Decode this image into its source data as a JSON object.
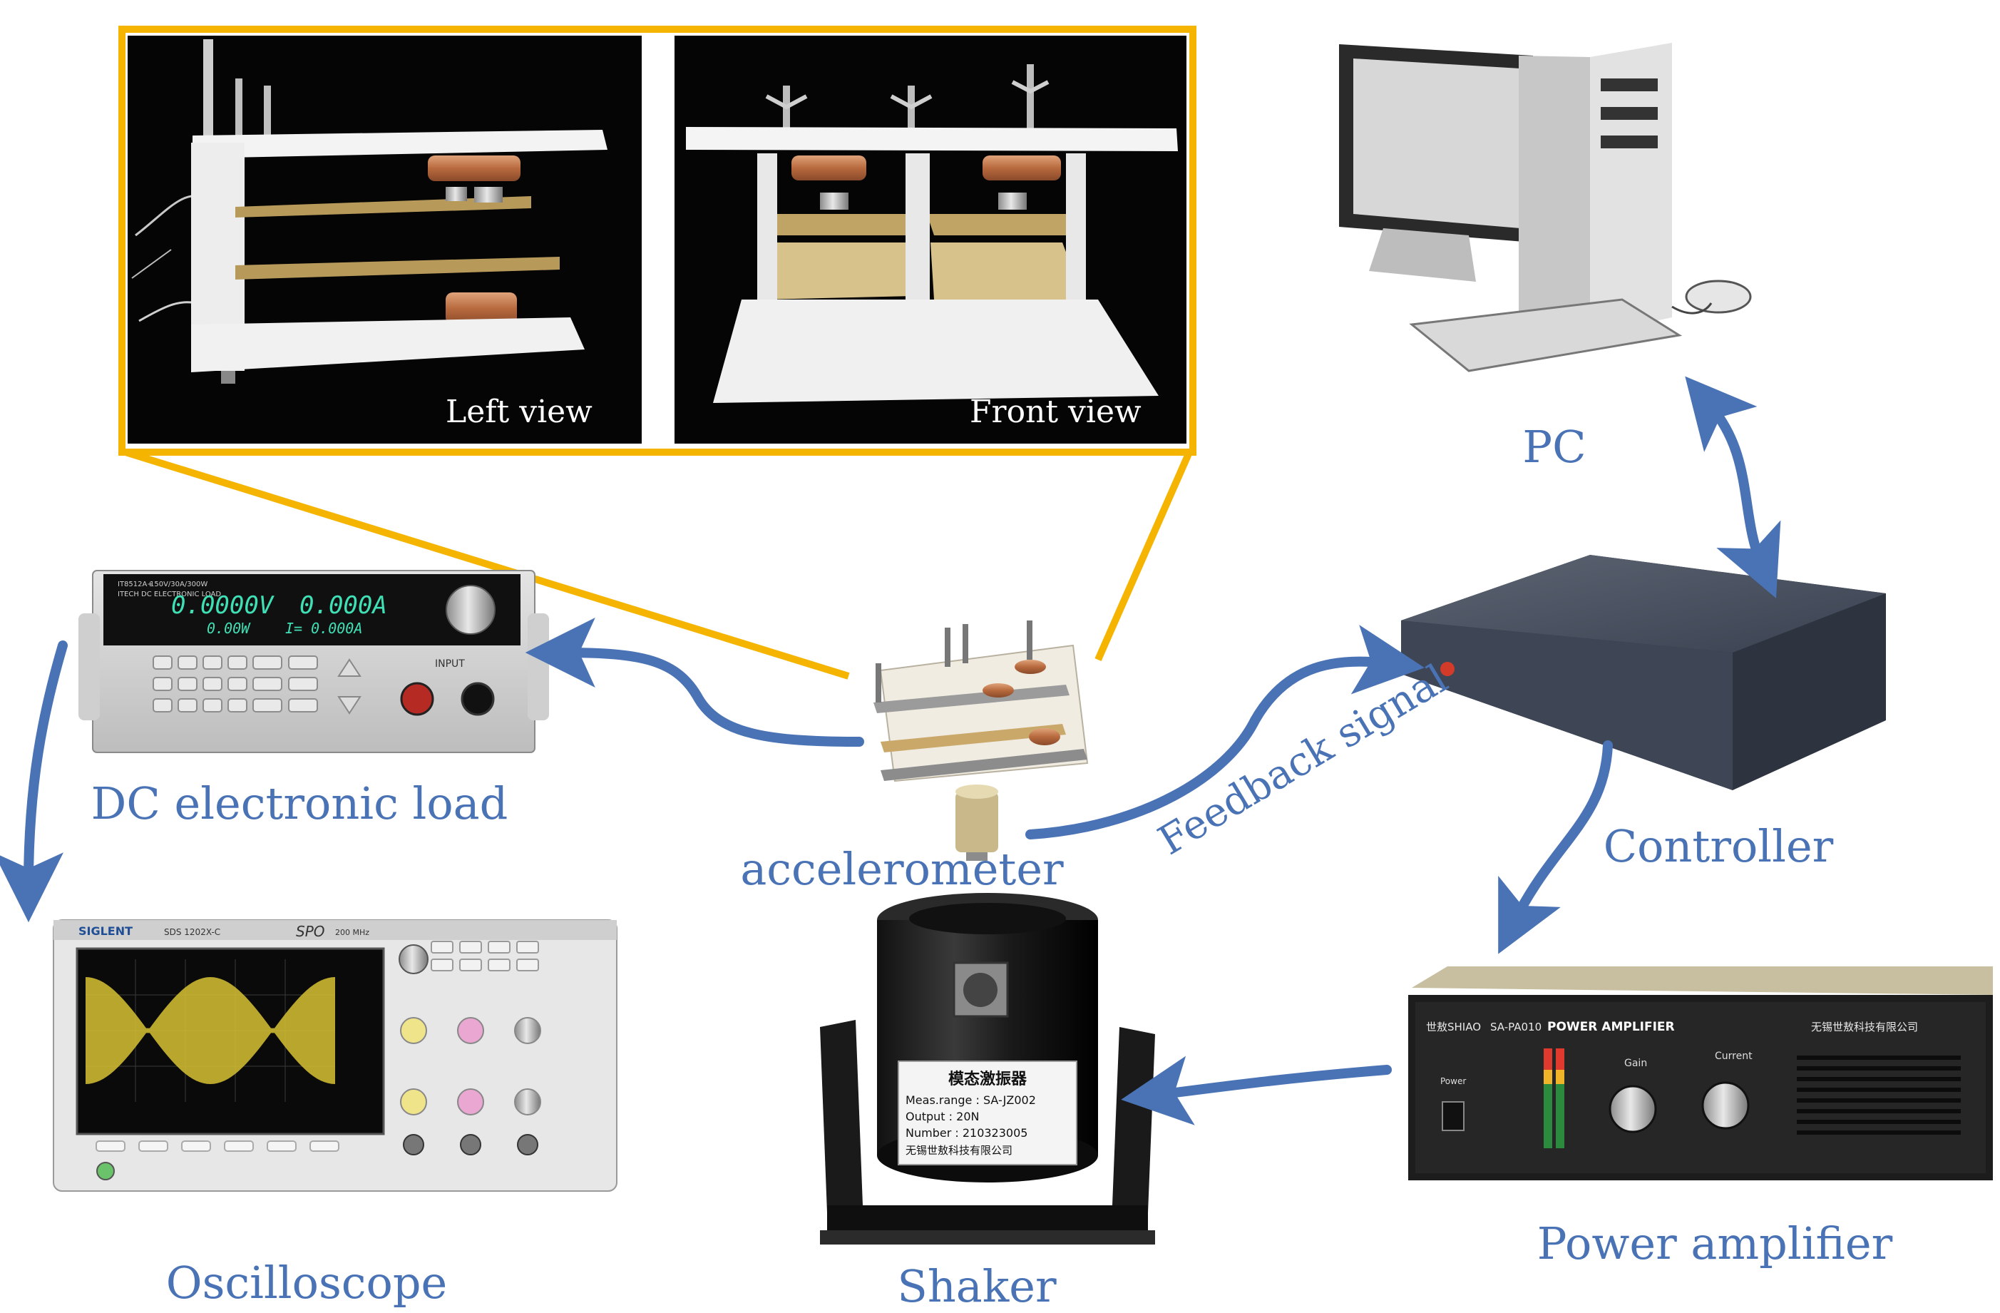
{
  "figure": {
    "inset": {
      "left_caption": "Left view",
      "front_caption": "Front view"
    },
    "labels": {
      "pc": "PC",
      "controller": "Controller",
      "power_amplifier": "Power amplifier",
      "shaker": "Shaker",
      "accelerometer": "accelerometer",
      "feedback": "Feedback signal",
      "dc_load": "DC electronic load",
      "oscilloscope": "Oscilloscope"
    },
    "dc_load_panel": {
      "model": "IT8512A+",
      "subtitle": "ITECH DC ELECTRONIC LOAD",
      "spec": "150V/30A/300W",
      "voltage": "0.0000V",
      "current": "0.000A",
      "power": "0.00W",
      "status": "I= 0.000A",
      "input_label": "INPUT"
    },
    "oscilloscope_panel": {
      "brand": "SIGLENT",
      "model": "SDS 1202X-C",
      "tagline": "SPO",
      "bandwidth": "200 MHz"
    },
    "shaker_tag": {
      "title": "模态激振器",
      "range": "Meas.range : SA-JZ002",
      "output": "Output : 20N",
      "number": "Number : 210323005",
      "maker": "无锡世敖科技有限公司"
    },
    "amplifier_panel": {
      "brand": "世敖SHIAO",
      "model": "SA-PA010",
      "title": "POWER AMPLIFIER",
      "maker": "无锡世敖科技有限公司",
      "gain": "Gain",
      "current": "Current",
      "power": "Power"
    },
    "colors": {
      "arrow": "#4a73b6",
      "inset_border": "#f5b400",
      "label": "#4a73b6"
    }
  }
}
